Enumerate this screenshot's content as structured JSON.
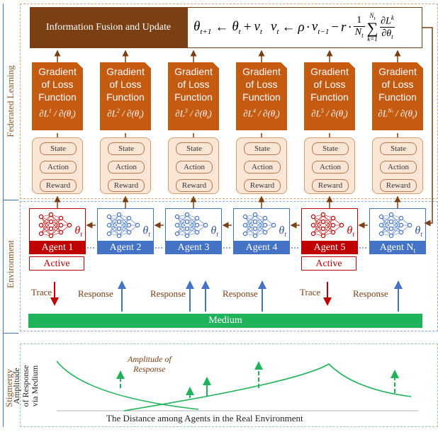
{
  "sections": {
    "federated": "Federated Learning",
    "environment": "Environment",
    "stigmergy": "Stigmergy"
  },
  "fusion": {
    "title": "Information Fusion and Update",
    "formula_theta": "θ",
    "formula_v": "v",
    "formula_rho": "ρ",
    "formula_r": "r",
    "formula_N": "N",
    "formula_L": "L",
    "formula_k": "k",
    "formula_numerator": "1"
  },
  "gradients": [
    {
      "line1": "Gradient",
      "line2": "of Loss",
      "line3": "Function",
      "sup": "1"
    },
    {
      "line1": "Gradient",
      "line2": "of Loss",
      "line3": "Function",
      "sup": "2"
    },
    {
      "line1": "Gradient",
      "line2": "of Loss",
      "line3": "Function",
      "sup": "3"
    },
    {
      "line1": "Gradient",
      "line2": "of Loss",
      "line3": "Function",
      "sup": "4"
    },
    {
      "line1": "Gradient",
      "line2": "of Loss",
      "line3": "Function",
      "sup": "5"
    },
    {
      "line1": "Gradient",
      "line2": "of Loss",
      "line3": "Function",
      "sup": "Nₜ"
    }
  ],
  "sar": {
    "state": "State",
    "action": "Action",
    "reward": "Reward"
  },
  "agents": [
    {
      "name": "Agent 1",
      "active": true
    },
    {
      "name": "Agent 2",
      "active": false
    },
    {
      "name": "Agent 3",
      "active": false
    },
    {
      "name": "Agent 4",
      "active": false
    },
    {
      "name": "Agent 5",
      "active": true
    },
    {
      "name": "Agent N",
      "sub": "t",
      "active": false
    }
  ],
  "active_label": "Active",
  "theta_label": "θ",
  "theta_sub": "t",
  "env_labels": {
    "trace1": "Trace",
    "response1": "Response",
    "response2": "Response",
    "response3": "Response",
    "trace2": "Trace",
    "response4": "Response"
  },
  "medium_label": "Medium",
  "stigmergy": {
    "ylabel_line1": "Amplitude",
    "ylabel_line2": "of Response",
    "ylabel_line3": "via Medium",
    "annotation_line1": "Amplitude of",
    "annotation_line2": "Response",
    "xlabel": "The Distance among Agents in the Real Environment"
  },
  "colors": {
    "brown": "#7b3f14",
    "orange": "#c55a11",
    "light_orange": "#fbe6d6",
    "blue": "#4472c4",
    "red": "#c00000",
    "green": "#1fb35a"
  }
}
